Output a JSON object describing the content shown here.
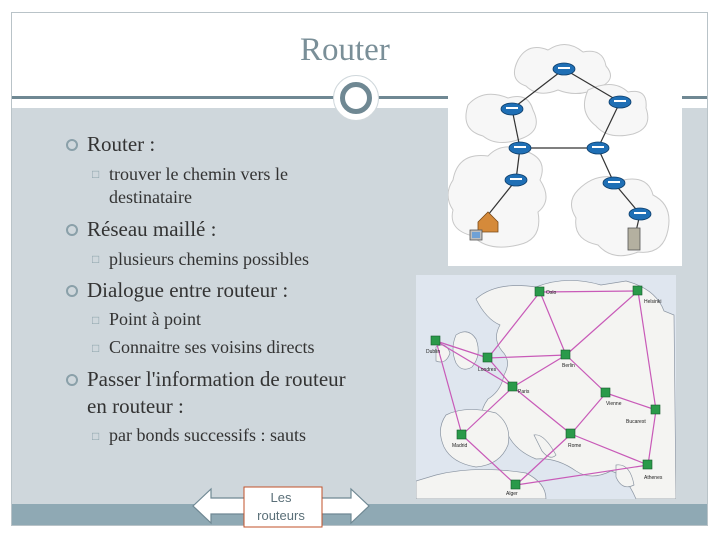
{
  "slide": {
    "title": "Router",
    "bullets": [
      {
        "text": "Router :",
        "sub": [
          {
            "line1": " trouver le chemin vers le",
            "line2": "destinataire"
          }
        ]
      },
      {
        "text": "Réseau maillé :",
        "sub": [
          {
            "line1": "plusieurs chemins possibles"
          }
        ]
      },
      {
        "text": "Dialogue entre routeur :",
        "sub": [
          {
            "line1": "Point à point"
          },
          {
            "line1": "Connaitre ses voisins directs"
          }
        ]
      },
      {
        "text_line1": "Passer l'information de routeur",
        "text_line2": "en routeur :",
        "sub": [
          {
            "line1": " par bonds successifs : sauts"
          }
        ]
      }
    ],
    "arrow_button": {
      "line1": "Les",
      "line2": "routeurs"
    },
    "map_labels": [
      "Oslo",
      "Helsinki",
      "Dublin",
      "Londres",
      "Berlin",
      "Paris",
      "Vienne",
      "Madrid",
      "Rome",
      "Bucarest",
      "Athenes",
      "Alger"
    ]
  },
  "colors": {
    "title": "#7a8f98",
    "content_bg": "#cfd7dc",
    "accent": "#6f8893",
    "router": "#1f6fb5",
    "link": "#c85ab8"
  }
}
